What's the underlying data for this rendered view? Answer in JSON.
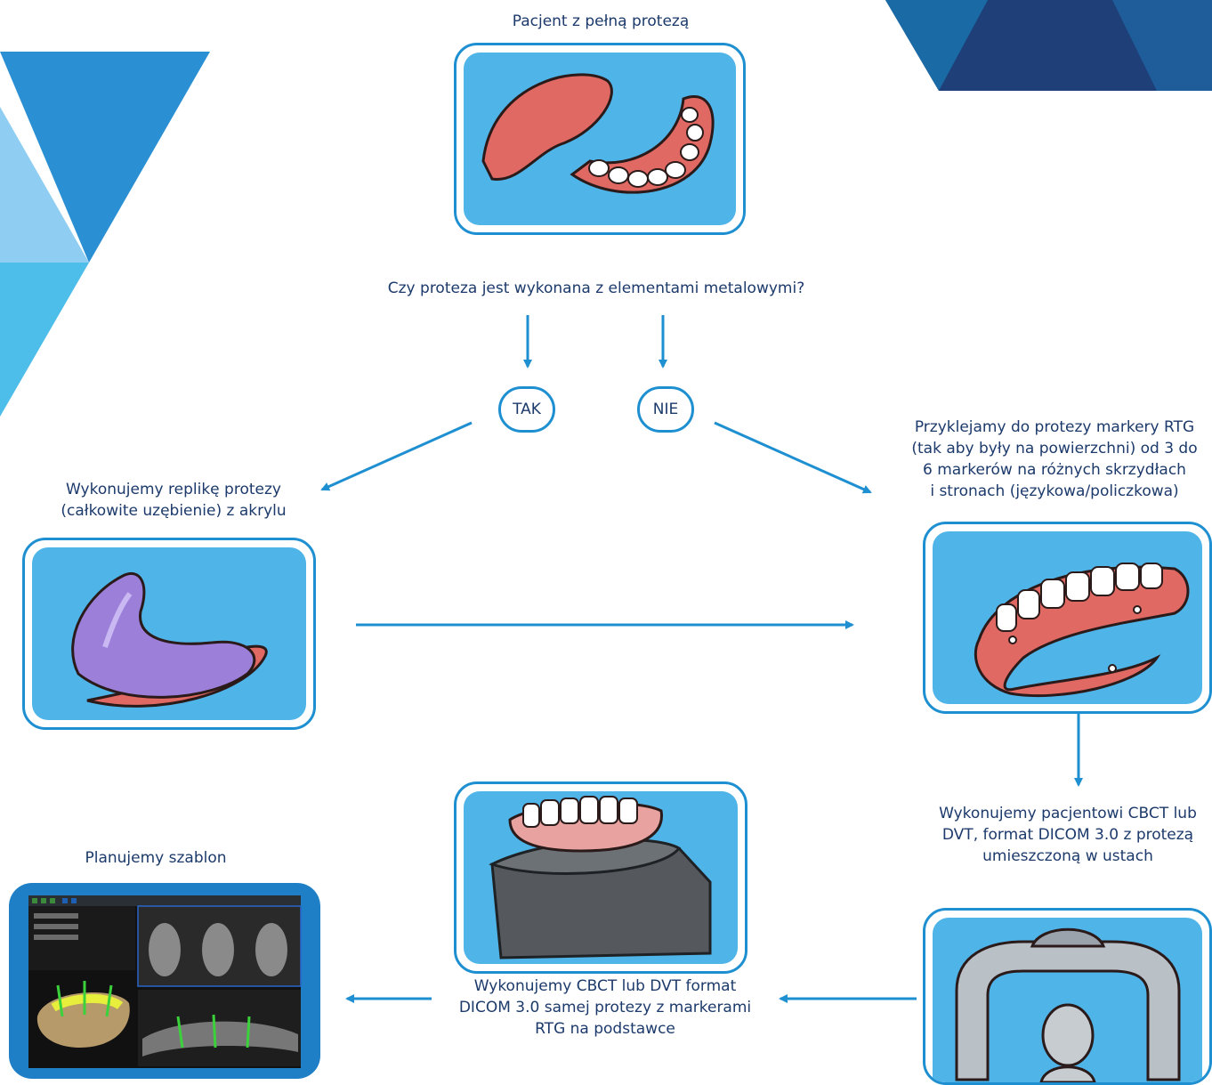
{
  "start": {
    "label": "Pacjent z pełną protezą",
    "icon": "full-denture-icon"
  },
  "question": {
    "label": "Czy proteza jest wykonana z elementami metalowymi?"
  },
  "answers": {
    "yes": "TAK",
    "no": "NIE"
  },
  "replica": {
    "line1": "Wykonujemy replikę protezy",
    "line2": "(całkowite uzębienie) z akrylu",
    "icon": "acrylic-replica-icon"
  },
  "markers": {
    "line1": "Przyklejamy do protezy markery RTG",
    "line2": "(tak aby były na powierzchni) od 3 do",
    "line3": "6 markerów na różnych skrzydłach",
    "line4": "i stronach (językowa/policzkowa)",
    "icon": "denture-markers-icon"
  },
  "scan_patient": {
    "line1": "Wykonujemy pacjentowi CBCT lub",
    "line2": "DVT, format DICOM 3.0 z protezą",
    "line3": "umieszczoną w ustach",
    "icon": "cbct-scanner-icon"
  },
  "scan_denture": {
    "line1": "Wykonujemy CBCT lub DVT format",
    "line2": "DICOM 3.0 samej protezy z markerami",
    "line3": "RTG na podstawce",
    "icon": "denture-on-stand-icon"
  },
  "plan": {
    "label": "Planujemy szablon",
    "icon": "planning-software-icon"
  },
  "colors": {
    "accent": "#1e8fd0",
    "text": "#1c3a6b",
    "card_bg": "#4fb4e8",
    "gum": "#e06a63",
    "acrylic": "#9b7fd9"
  }
}
